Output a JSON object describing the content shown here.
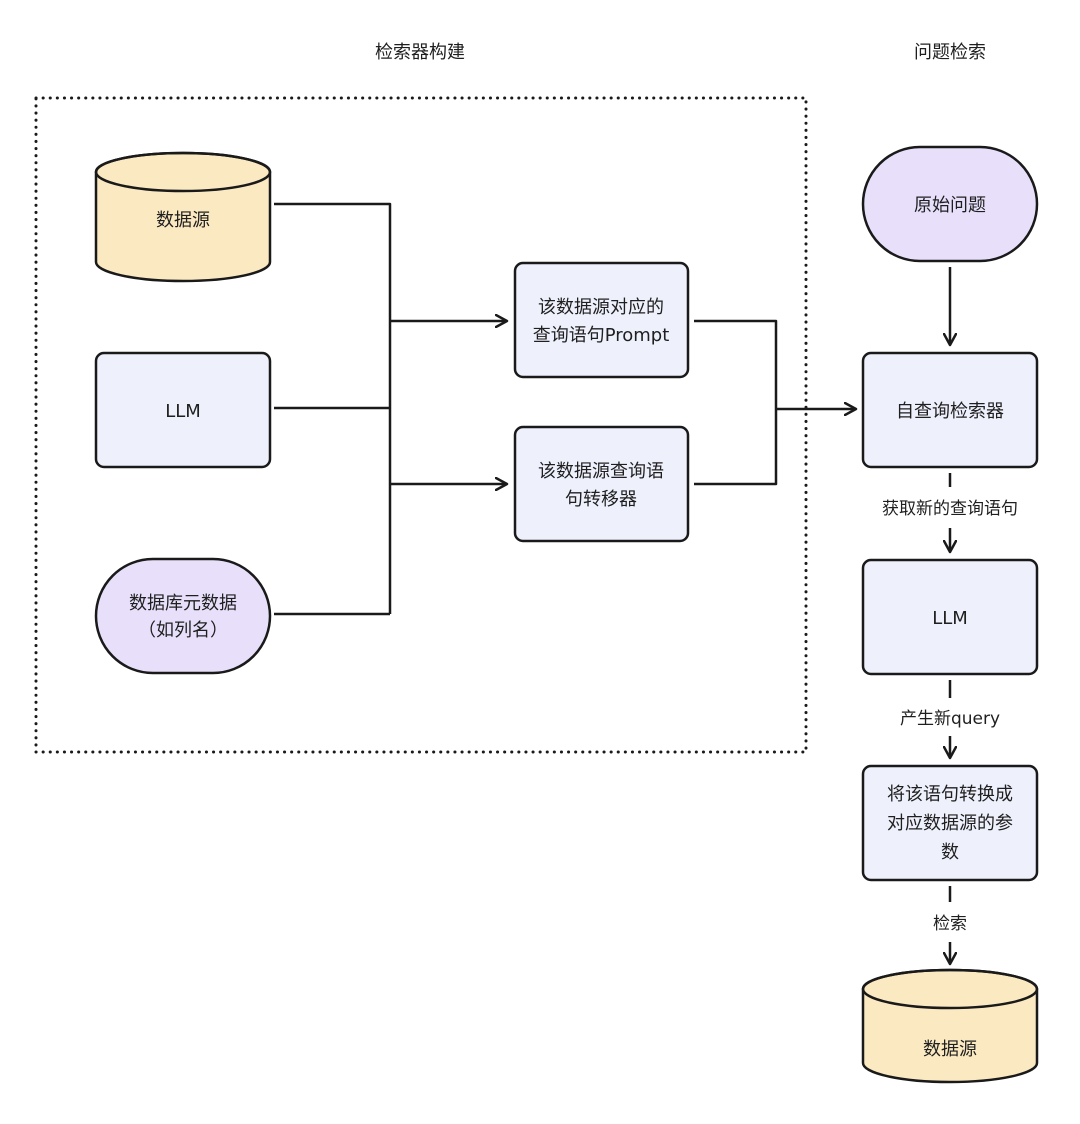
{
  "sections": {
    "builder_title": "检索器构建",
    "query_title": "问题检索"
  },
  "nodes": {
    "source_left": {
      "shape": "cylinder",
      "lines": [
        "数据源"
      ],
      "fill": "#fbe9c2"
    },
    "llm_left": {
      "shape": "rect",
      "lines": [
        "LLM"
      ],
      "fill": "#eef1fc"
    },
    "metadata": {
      "shape": "stadium",
      "lines": [
        "数据库元数据",
        "（如列名）"
      ],
      "fill": "#e8e0fb"
    },
    "prompt": {
      "shape": "rect",
      "lines": [
        "该数据源对应的",
        "查询语句Prompt"
      ],
      "fill": "#eef1fc"
    },
    "translator": {
      "shape": "rect",
      "lines": [
        "该数据源查询语",
        "句转移器"
      ],
      "fill": "#eef1fc"
    },
    "question": {
      "shape": "stadium",
      "lines": [
        "原始问题"
      ],
      "fill": "#e8e0fb"
    },
    "retriever": {
      "shape": "rect",
      "lines": [
        "自查询检索器"
      ],
      "fill": "#eef1fc"
    },
    "llm_right": {
      "shape": "rect",
      "lines": [
        "LLM"
      ],
      "fill": "#eef1fc"
    },
    "convert": {
      "shape": "rect",
      "lines": [
        "将该语句转换成",
        "对应数据源的参",
        "数"
      ],
      "fill": "#eef1fc"
    },
    "source_right": {
      "shape": "cylinder",
      "lines": [
        "数据源"
      ],
      "fill": "#fbe9c2"
    }
  },
  "edges": [
    {
      "from": "source_left",
      "to": "prompt",
      "label": ""
    },
    {
      "from": "llm_left",
      "to": "prompt",
      "label": ""
    },
    {
      "from": "metadata",
      "to": "translator",
      "label": ""
    },
    {
      "from": "prompt",
      "to": "retriever",
      "label": ""
    },
    {
      "from": "translator",
      "to": "retriever",
      "label": ""
    },
    {
      "from": "question",
      "to": "retriever",
      "label": ""
    },
    {
      "from": "retriever",
      "to": "llm_right",
      "label": "获取新的查询语句"
    },
    {
      "from": "llm_right",
      "to": "convert",
      "label": "产生新query"
    },
    {
      "from": "convert",
      "to": "source_right",
      "label": "检索"
    }
  ],
  "colors": {
    "stroke": "#1a1a1a",
    "text": "#1f1f1f",
    "cylinder_fill": "#fbe9c2",
    "rect_fill": "#eef1fc",
    "stadium_fill": "#e8e0fb"
  }
}
